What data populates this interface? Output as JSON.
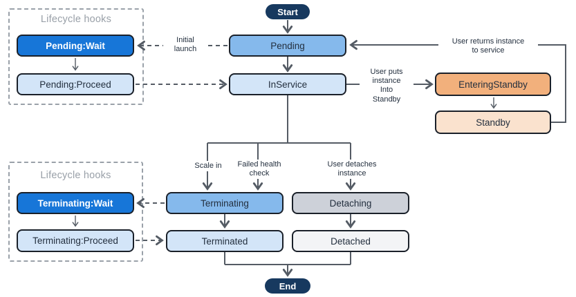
{
  "palette": {
    "strong_blue": "#1776D8",
    "medium_blue": "#85B9EC",
    "pale_blue": "#D3E5F8",
    "orange": "#F2B07C",
    "pale_orange": "#FAE2CE",
    "gray": "#CDD1D9",
    "pale_gray": "#F3F4F6",
    "pill_navy": "#17395F",
    "line_gray": "#545B64",
    "text_navy": "#232F3E",
    "hooks_border_gray": "#9AA1A9"
  },
  "pills": {
    "start": "Start",
    "end": "End"
  },
  "hooks": {
    "pending_box_title": "Lifecycle hooks",
    "terminating_box_title": "Lifecycle hooks"
  },
  "nodes": {
    "pending_wait": "Pending:Wait",
    "pending_proceed": "Pending:Proceed",
    "pending": "Pending",
    "inservice": "InService",
    "entering_standby": "EnteringStandby",
    "standby": "Standby",
    "terminating_wait": "Terminating:Wait",
    "terminating_proceed": "Terminating:Proceed",
    "terminating": "Terminating",
    "terminated": "Terminated",
    "detaching": "Detaching",
    "detached": "Detached"
  },
  "edge_labels": {
    "initial_launch": "Initial\nlaunch",
    "user_puts_standby": "User puts\ninstance\nInto\nStandby",
    "user_returns": "User returns instance\nto service",
    "scale_in": "Scale in",
    "failed_health": "Failed health\ncheck",
    "user_detaches": "User detaches\ninstance"
  }
}
